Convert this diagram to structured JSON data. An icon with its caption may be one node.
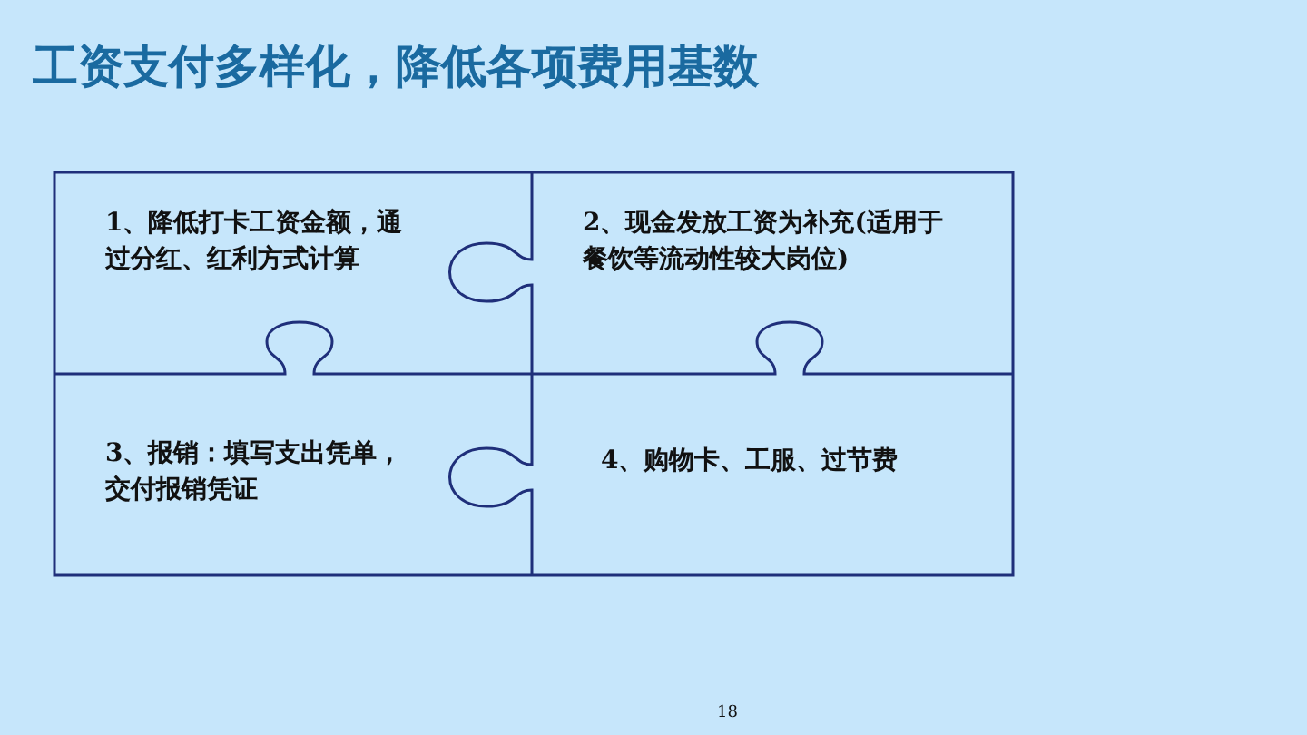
{
  "diagram": {
    "title": "工资支付多样化，降低各项费用基数",
    "nodes": [
      {
        "text": [
          "1、降低打卡工资金额，通过分红、红利方式计算"
        ]
      },
      {
        "text": [
          "2、现金发放工资为补充(适用于餐饮等流动性较大岗位)"
        ]
      },
      {
        "text": [
          "3、报销：填写支出凭单，交付报销凭证"
        ]
      },
      {
        "text": [
          "4、购物卡、工服、过节费"
        ]
      }
    ],
    "labels": [
      "18"
    ]
  }
}
